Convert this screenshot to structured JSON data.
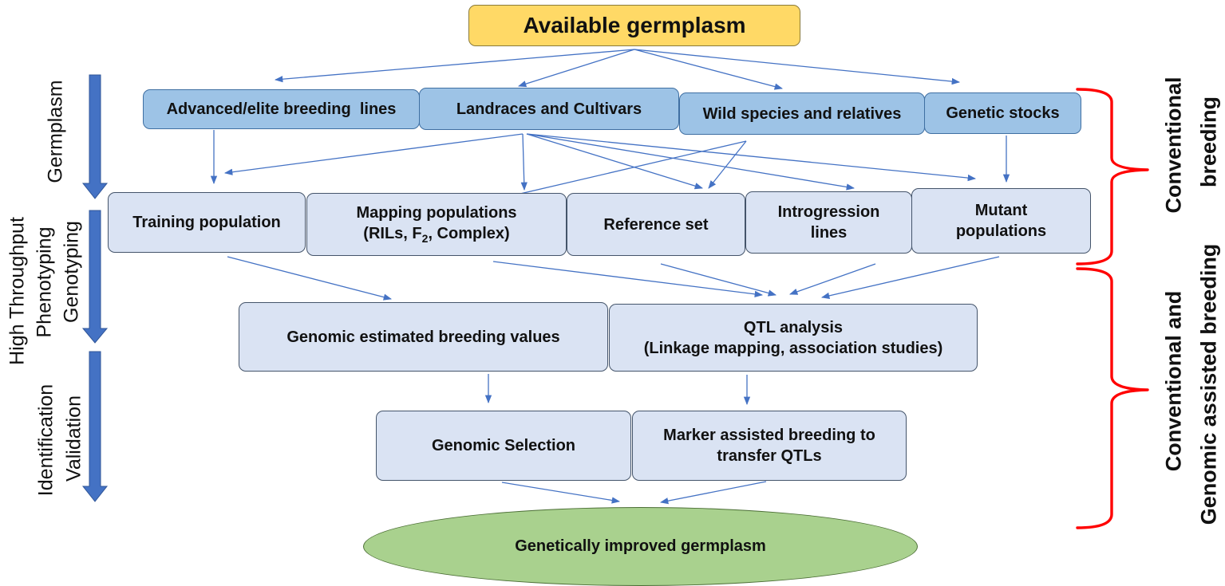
{
  "top": {
    "label": "Available germplasm"
  },
  "germplasm_sources": [
    {
      "label": "Advanced/elite breeding  lines"
    },
    {
      "label": "Landraces and Cultivars"
    },
    {
      "label": "Wild species and relatives"
    },
    {
      "label": "Genetic stocks"
    }
  ],
  "populations": {
    "training": "Training population",
    "mapping_line1": "Mapping populations",
    "mapping_line2_pre": "(RILs, F",
    "mapping_sub": "2",
    "mapping_line2_post": ", Complex)",
    "reference": "Reference set",
    "introgression_line1": "Introgression",
    "introgression_line2": "lines",
    "mutant_line1": "Mutant",
    "mutant_line2": "populations"
  },
  "analysis": {
    "gebv": "Genomic estimated breeding values",
    "qtl_line1": "QTL analysis",
    "qtl_line2": "(Linkage mapping, association studies)"
  },
  "selection": {
    "genomic": "Genomic Selection",
    "mab_line1": "Marker assisted breeding to",
    "mab_line2": "transfer QTLs"
  },
  "result": {
    "label": "Genetically improved germplasm"
  },
  "left_stages": {
    "germplasm": "Germplasm",
    "htp_line1": "High Throughput",
    "htp_line2": "Phenotyping",
    "genotyping": "Genotyping",
    "identification": "Identification",
    "validation": "Validation"
  },
  "right_labels": {
    "conv_line1": "Conventional",
    "conv_line2": "breeding",
    "cgab_line1": "Conventional and",
    "cgab_line2": "Genomic assisted breeding"
  },
  "colors": {
    "connector": "#4472c4",
    "stage_arrow": "#4472c4",
    "bracket": "#ff0000",
    "top_fill": "#ffd966",
    "source_fill": "#9dc3e6",
    "process_fill": "#dae3f3",
    "result_fill": "#a9d18e"
  }
}
